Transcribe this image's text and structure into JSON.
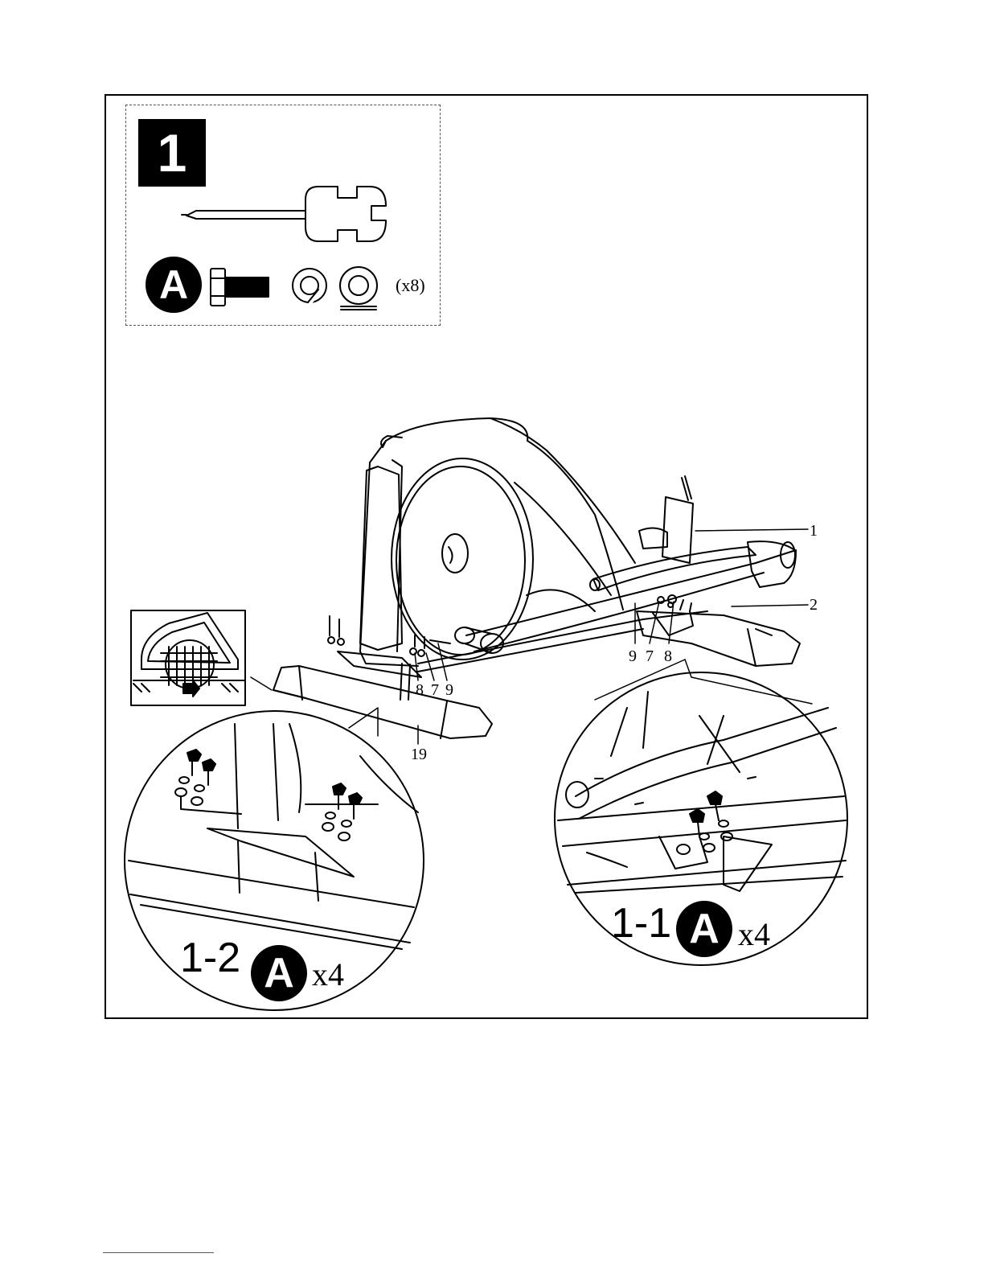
{
  "step": {
    "number": "1"
  },
  "hardware": {
    "letter": "A",
    "quantity": "(x8)",
    "items": [
      "bolt-icon",
      "spring-washer-icon",
      "flat-washer-icon"
    ],
    "tool": "wrench-screwdriver-icon"
  },
  "callouts": {
    "part_1": "1",
    "part_2": "2",
    "part_19": "19",
    "rear_9": "9",
    "rear_7": "7",
    "rear_8": "8",
    "front_8": "8",
    "front_7": "7",
    "front_9": "9"
  },
  "detail_right": {
    "label": "1-1",
    "letter": "A",
    "qty": "x4"
  },
  "detail_left": {
    "label": "1-2",
    "letter": "A",
    "qty": "x4"
  }
}
